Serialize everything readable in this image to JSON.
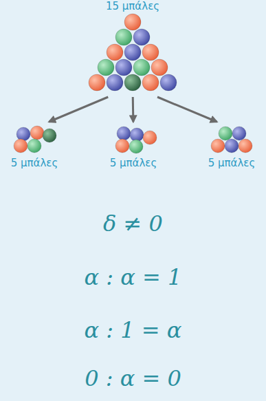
{
  "diagram": {
    "nodes": [
      {
        "text": [
          "15 μπάλες"
        ]
      },
      {
        "text": [
          "5 μπάλες"
        ]
      },
      {
        "text": [
          "5 μπάλες"
        ]
      },
      {
        "text": [
          "5 μπάλες"
        ]
      }
    ],
    "edges": [
      {
        "from": 0,
        "to": 1,
        "arrow": "to"
      },
      {
        "from": 0,
        "to": 2,
        "arrow": "to"
      },
      {
        "from": 0,
        "to": 3,
        "arrow": "to"
      }
    ],
    "labels": [
      "δ ≠ 0",
      "α : α = 1",
      "α : 1 = α",
      "0 : α = 0"
    ]
  }
}
